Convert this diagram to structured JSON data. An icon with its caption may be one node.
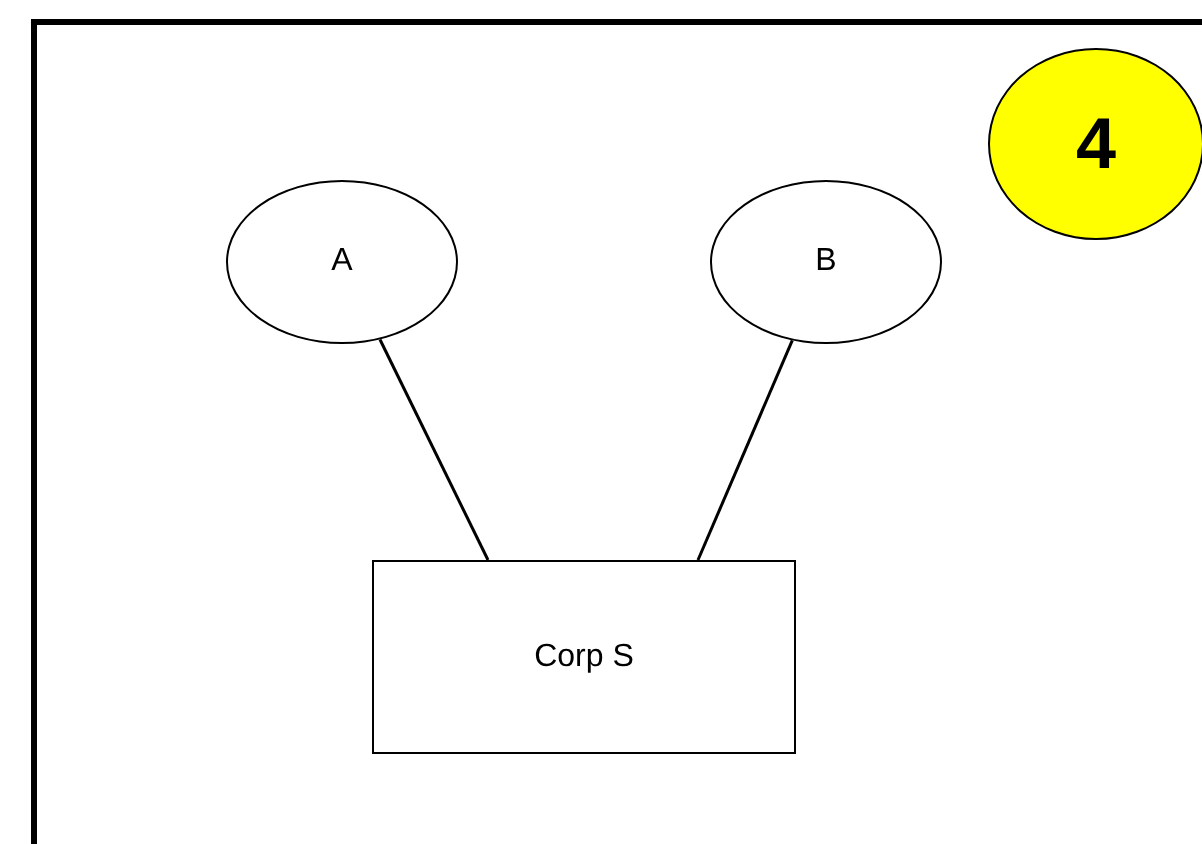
{
  "diagram": {
    "nodes": [
      {
        "text": [
          "4"
        ]
      },
      {
        "text": [
          "A"
        ]
      },
      {
        "text": [
          "B"
        ]
      },
      {
        "text": [
          "Corp S"
        ]
      }
    ],
    "edges": [
      {
        "from": 1,
        "to": 3,
        "arrow": "none"
      },
      {
        "from": 2,
        "to": 3,
        "arrow": "none"
      }
    ]
  }
}
